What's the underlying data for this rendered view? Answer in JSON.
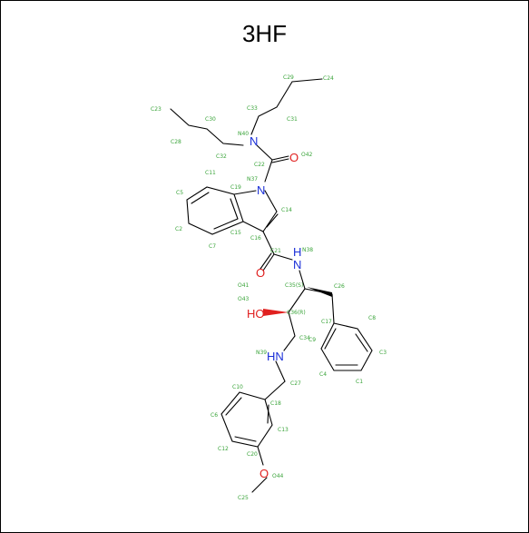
{
  "title": "3HF",
  "colors": {
    "bond": "#000000",
    "nitrogen": "#1a2fd8",
    "oxygen": "#e0201f",
    "atom_label": "#3aa43a"
  },
  "hetero_atoms": {
    "n_amide_top": "N",
    "n_indole": "N",
    "o_top": "O",
    "nh_amide": "H",
    "nh_amide_n": "N",
    "o_amide": "O",
    "ho": "HO",
    "hn": "HN",
    "o_methoxy": "O"
  },
  "atom_labels": {
    "C29": "C29",
    "C24": "C24",
    "C33": "C33",
    "C31": "C31",
    "C23": "C23",
    "C30": "C30",
    "N40": "N40",
    "C28": "C28",
    "C32": "C32",
    "C22": "C22",
    "O42": "O42",
    "N37": "N37",
    "C11": "C11",
    "C19": "C19",
    "C5": "C5",
    "C14": "C14",
    "C2": "C2",
    "C15": "C15",
    "C16": "C16",
    "C7": "C7",
    "C21": "C21",
    "N38": "N38",
    "O41": "O41",
    "C35S": "C35(S)",
    "C26": "C26",
    "O43": "O43",
    "C36R": "C36(R)",
    "C17": "C17",
    "C8": "C8",
    "C34": "C34",
    "C9": "C9",
    "C3": "C3",
    "N39": "N39",
    "C4": "C4",
    "C1": "C1",
    "C27": "C27",
    "C10": "C10",
    "C18": "C18",
    "C6": "C6",
    "C13": "C13",
    "C12": "C12",
    "C20": "C20",
    "O44": "O44",
    "C25": "C25"
  }
}
